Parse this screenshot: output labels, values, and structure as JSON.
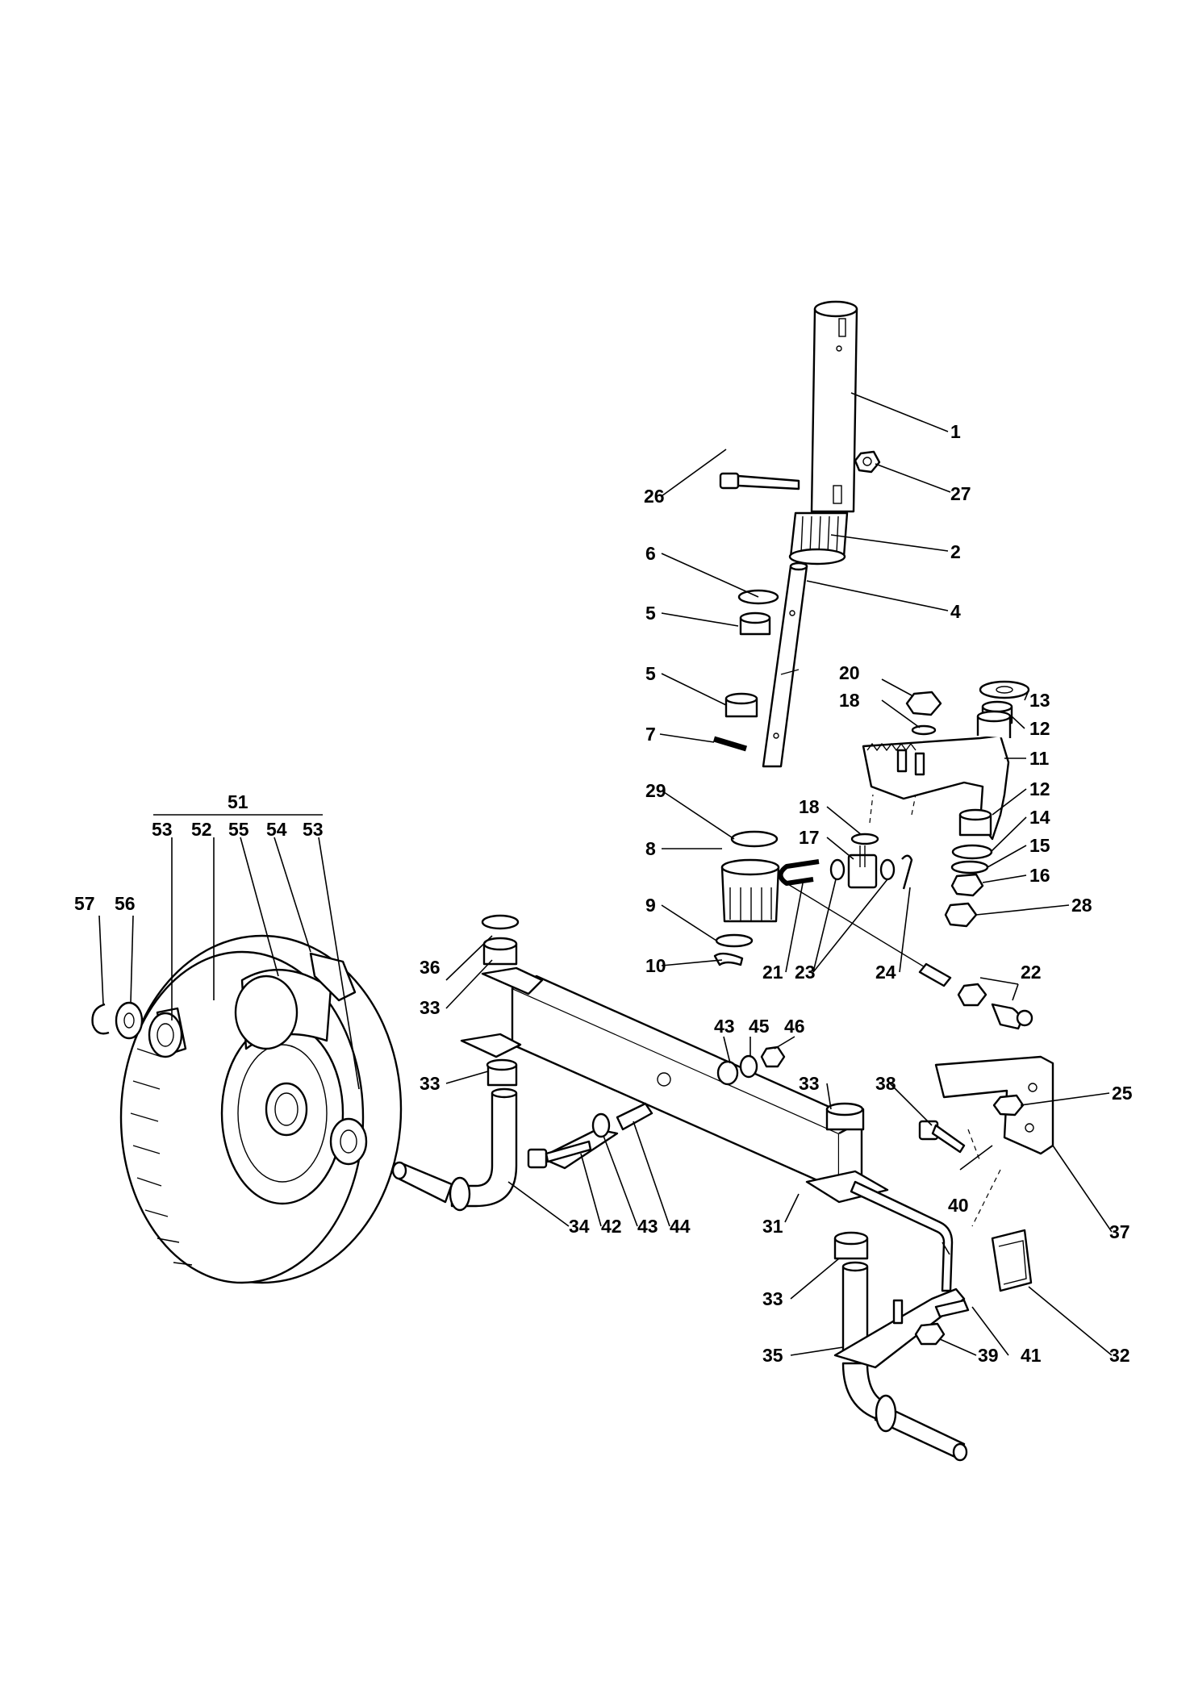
{
  "callouts": [
    {
      "id": "1",
      "text": "1"
    },
    {
      "id": "2",
      "text": "2"
    },
    {
      "id": "4",
      "text": "4"
    },
    {
      "id": "5a",
      "text": "5"
    },
    {
      "id": "5b",
      "text": "5"
    },
    {
      "id": "6",
      "text": "6"
    },
    {
      "id": "7",
      "text": "7"
    },
    {
      "id": "8",
      "text": "8"
    },
    {
      "id": "9",
      "text": "9"
    },
    {
      "id": "10",
      "text": "10"
    },
    {
      "id": "11",
      "text": "11"
    },
    {
      "id": "12a",
      "text": "12"
    },
    {
      "id": "12b",
      "text": "12"
    },
    {
      "id": "13",
      "text": "13"
    },
    {
      "id": "14",
      "text": "14"
    },
    {
      "id": "15",
      "text": "15"
    },
    {
      "id": "16",
      "text": "16"
    },
    {
      "id": "17",
      "text": "17"
    },
    {
      "id": "18a",
      "text": "18"
    },
    {
      "id": "18b",
      "text": "18"
    },
    {
      "id": "20",
      "text": "20"
    },
    {
      "id": "21",
      "text": "21"
    },
    {
      "id": "22",
      "text": "22"
    },
    {
      "id": "23",
      "text": "23"
    },
    {
      "id": "24",
      "text": "24"
    },
    {
      "id": "25",
      "text": "25"
    },
    {
      "id": "26",
      "text": "26"
    },
    {
      "id": "27",
      "text": "27"
    },
    {
      "id": "28",
      "text": "28"
    },
    {
      "id": "29",
      "text": "29"
    },
    {
      "id": "31",
      "text": "31"
    },
    {
      "id": "32",
      "text": "32"
    },
    {
      "id": "33a",
      "text": "33"
    },
    {
      "id": "33b",
      "text": "33"
    },
    {
      "id": "33c",
      "text": "33"
    },
    {
      "id": "33d",
      "text": "33"
    },
    {
      "id": "34",
      "text": "34"
    },
    {
      "id": "35",
      "text": "35"
    },
    {
      "id": "36",
      "text": "36"
    },
    {
      "id": "37",
      "text": "37"
    },
    {
      "id": "38",
      "text": "38"
    },
    {
      "id": "39",
      "text": "39"
    },
    {
      "id": "40",
      "text": "40"
    },
    {
      "id": "41",
      "text": "41"
    },
    {
      "id": "42",
      "text": "42"
    },
    {
      "id": "43a",
      "text": "43"
    },
    {
      "id": "43b",
      "text": "43"
    },
    {
      "id": "44",
      "text": "44"
    },
    {
      "id": "45",
      "text": "45"
    },
    {
      "id": "46",
      "text": "46"
    },
    {
      "id": "51",
      "text": "51"
    },
    {
      "id": "52",
      "text": "52"
    },
    {
      "id": "53a",
      "text": "53"
    },
    {
      "id": "53b",
      "text": "53"
    },
    {
      "id": "54",
      "text": "54"
    },
    {
      "id": "55",
      "text": "55"
    },
    {
      "id": "56",
      "text": "56"
    },
    {
      "id": "57",
      "text": "57"
    }
  ]
}
